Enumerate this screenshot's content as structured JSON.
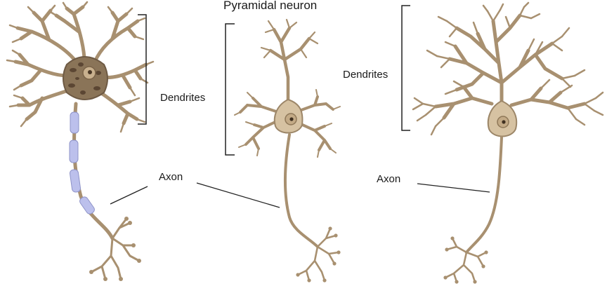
{
  "title_fragment": "Pyramidal neuron",
  "labels": {
    "dendrites_1": "Dendrites",
    "dendrites_2": "Dendrites",
    "axon_1": "Axon",
    "axon_2": "Axon"
  },
  "colors": {
    "neuron_fill": "#c9b49a",
    "neuron_stroke": "#8f7a62",
    "soma_fill": "#d9c4a6",
    "nucleus": "#b39b7c",
    "nissl": "#6e5740",
    "myelin": "#b9bde8",
    "leader_line": "#222222"
  }
}
